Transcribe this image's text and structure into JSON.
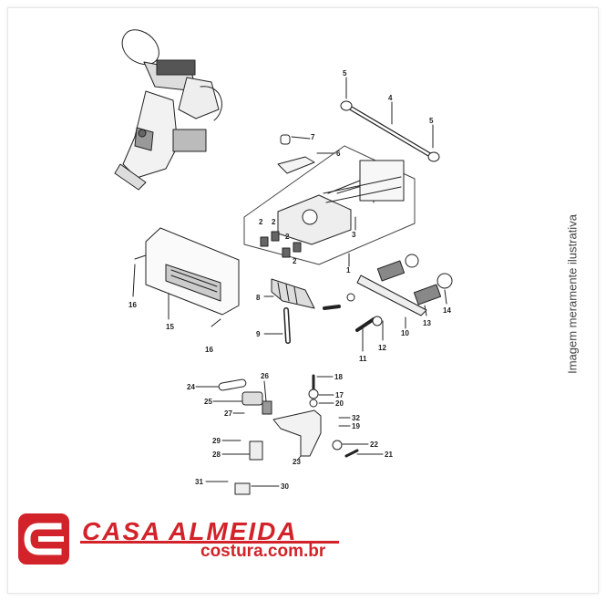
{
  "side_note": "Imagem meramente ilustrativa",
  "brand": {
    "name": "CASA ALMEIDA",
    "website": "costura.com.br",
    "color": "#d2232a"
  },
  "part_labels": [
    "1",
    "2",
    "2",
    "2",
    "2",
    "3",
    "4",
    "5",
    "5",
    "6",
    "7",
    "8",
    "9",
    "10",
    "11",
    "12",
    "13",
    "14",
    "15",
    "16",
    "16",
    "17",
    "18",
    "19",
    "20",
    "21",
    "22",
    "23",
    "24",
    "25",
    "26",
    "27",
    "28",
    "29",
    "30",
    "31",
    "32"
  ]
}
